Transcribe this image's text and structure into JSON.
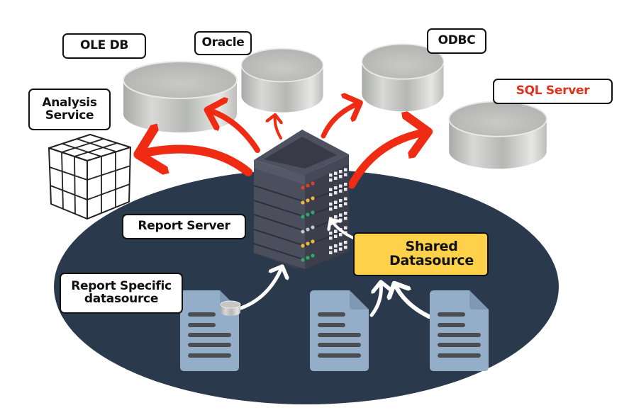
{
  "diagram": {
    "title": "Report Server Data Sources",
    "colors": {
      "ellipse": "#2a394b",
      "arrow_red": "#ef2b14",
      "arrow_white": "#ffffff",
      "shared_box": "#fdd24a",
      "document": "#94aec9",
      "document_lines": "#4a4d52",
      "server_body": "#4b4e5c",
      "sql_server_text": "#e0301e"
    },
    "data_sources": [
      {
        "id": "ole-db",
        "label": "OLE DB",
        "icon": "database-cylinder-icon"
      },
      {
        "id": "oracle",
        "label": "Oracle",
        "icon": "database-cylinder-icon"
      },
      {
        "id": "odbc",
        "label": "ODBC",
        "icon": "database-cylinder-icon"
      },
      {
        "id": "sql-server",
        "label": "SQL Server",
        "icon": "database-cylinder-icon",
        "highlight": true
      },
      {
        "id": "analysis-service",
        "label": "Analysis\nService",
        "icon": "olap-cube-icon"
      }
    ],
    "report_server": {
      "label": "Report Server",
      "icon": "server-rack-icon"
    },
    "shared_datasource": {
      "label": "Shared\nDatasource",
      "icon": "database-mini-icon"
    },
    "report_specific": {
      "label": "Report Specific\ndatasource",
      "icon": "database-mini-icon"
    },
    "documents": [
      {
        "id": "report-1",
        "icon": "document-icon",
        "connects_to": "report-server"
      },
      {
        "id": "report-2",
        "icon": "document-icon",
        "connects_to": "shared-datasource"
      },
      {
        "id": "report-3",
        "icon": "document-icon",
        "connects_to": "shared-datasource"
      }
    ],
    "connections": [
      {
        "from": "report-server",
        "to": "analysis-service"
      },
      {
        "from": "report-server",
        "to": "ole-db"
      },
      {
        "from": "report-server",
        "to": "oracle"
      },
      {
        "from": "report-server",
        "to": "odbc"
      },
      {
        "from": "report-server",
        "to": "sql-server"
      },
      {
        "from": "shared-datasource",
        "to": "report-server"
      },
      {
        "from": "report-1",
        "to": "report-server"
      },
      {
        "from": "report-2",
        "to": "shared-datasource"
      },
      {
        "from": "report-3",
        "to": "shared-datasource"
      }
    ]
  }
}
